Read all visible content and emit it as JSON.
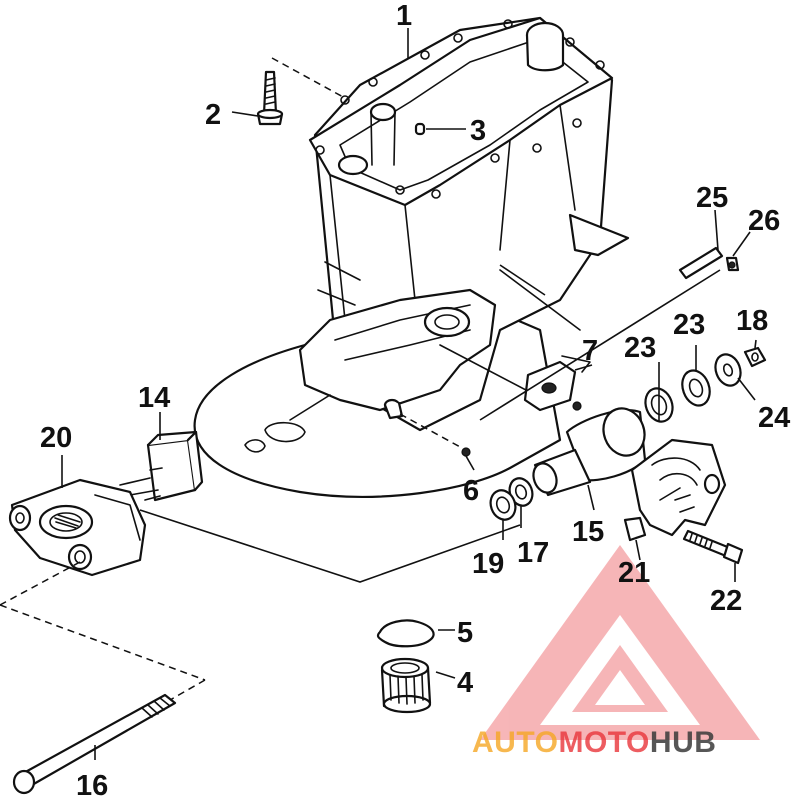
{
  "callouts": [
    {
      "id": "1",
      "text": "1"
    },
    {
      "id": "2",
      "text": "2"
    },
    {
      "id": "3",
      "text": "3"
    },
    {
      "id": "4",
      "text": "4"
    },
    {
      "id": "5",
      "text": "5"
    },
    {
      "id": "6",
      "text": "6"
    },
    {
      "id": "7",
      "text": "7"
    },
    {
      "id": "14",
      "text": "14"
    },
    {
      "id": "15",
      "text": "15"
    },
    {
      "id": "16",
      "text": "16"
    },
    {
      "id": "17",
      "text": "17"
    },
    {
      "id": "18",
      "text": "18"
    },
    {
      "id": "19",
      "text": "19"
    },
    {
      "id": "20",
      "text": "20"
    },
    {
      "id": "21",
      "text": "21"
    },
    {
      "id": "22",
      "text": "22"
    },
    {
      "id": "23a",
      "text": "23"
    },
    {
      "id": "23b",
      "text": "23"
    },
    {
      "id": "24",
      "text": "24"
    },
    {
      "id": "25",
      "text": "25"
    },
    {
      "id": "26",
      "text": "26"
    }
  ],
  "watermark": {
    "part1": "AUTO",
    "part2": "MOTO",
    "part3": "HUB",
    "color_light": "#f5a623",
    "color_red": "#e8343a",
    "color_dark": "#3a3a3a"
  }
}
